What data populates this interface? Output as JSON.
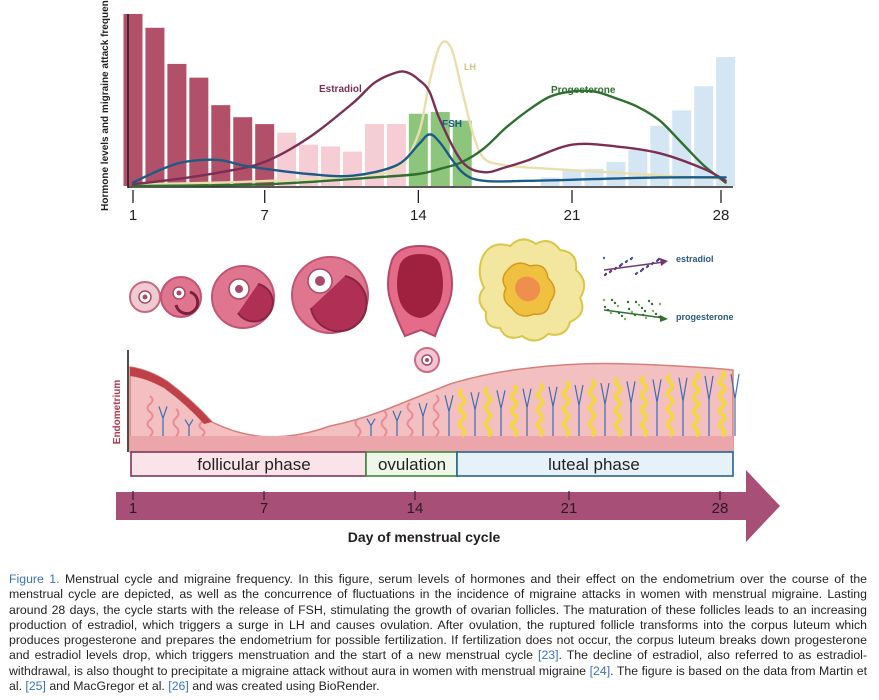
{
  "colors": {
    "estradiol": "#7b2f55",
    "lh": "#e9dfae",
    "fsh": "#1d5b87",
    "progesterone": "#2f6f30",
    "bar_menstrual": "#b2506a",
    "bar_follicular": "#f6cdd4",
    "bar_ovulation": "#8dc57d",
    "bar_luteal": "#d4e6f4",
    "arrow": "#a84f77",
    "caption_accent": "#3a73b5"
  },
  "chart_data": {
    "type": "line",
    "ylabel": "Hormone levels and migraine attack frequency",
    "x_ticks": [
      "1",
      "7",
      "14",
      "21",
      "28"
    ],
    "x_tick_values": [
      1,
      7,
      14,
      21,
      28
    ],
    "xlim": [
      1,
      28
    ],
    "ylim": [
      0,
      100
    ],
    "bars": {
      "name": "migraine attack frequency",
      "days": [
        1,
        2,
        3,
        4,
        5,
        6,
        7,
        8,
        9,
        10,
        11,
        12,
        13,
        14,
        15,
        16,
        17,
        18,
        19,
        20,
        21,
        22,
        23,
        24,
        25,
        26,
        27,
        28
      ],
      "values": [
        100,
        92,
        71,
        63,
        47,
        40,
        36,
        31,
        24,
        23,
        20,
        36,
        36,
        42,
        43,
        38,
        0,
        0,
        0,
        5,
        9,
        10,
        14,
        21,
        35,
        44,
        58,
        75
      ],
      "phase": [
        "menstrual",
        "menstrual",
        "menstrual",
        "menstrual",
        "menstrual",
        "menstrual",
        "menstrual",
        "follicular",
        "follicular",
        "follicular",
        "follicular",
        "follicular",
        "follicular",
        "ovulation",
        "ovulation",
        "ovulation",
        "luteal",
        "luteal",
        "luteal",
        "luteal",
        "luteal",
        "luteal",
        "luteal",
        "luteal",
        "luteal",
        "luteal",
        "luteal",
        "luteal"
      ]
    },
    "series": [
      {
        "name": "Estradiol",
        "x": [
          1,
          3,
          5,
          7,
          9,
          11,
          12,
          13,
          13.5,
          14,
          14.5,
          15,
          16,
          17,
          18,
          19,
          21,
          23,
          25,
          27,
          28
        ],
        "y": [
          1,
          4,
          8,
          14,
          28,
          48,
          60,
          66,
          66,
          62,
          55,
          38,
          14,
          8,
          11,
          15,
          24,
          23,
          19,
          10,
          3
        ]
      },
      {
        "name": "LH",
        "x": [
          1,
          5,
          9,
          11,
          13,
          14,
          14.5,
          15,
          15.5,
          16,
          16.5,
          17,
          18,
          20,
          24,
          28
        ],
        "y": [
          1,
          2,
          4,
          6,
          10,
          30,
          60,
          82,
          80,
          55,
          30,
          16,
          12,
          10,
          7,
          4
        ]
      },
      {
        "name": "FSH",
        "x": [
          1,
          2,
          3,
          4,
          5,
          6,
          7,
          9,
          11,
          13,
          14,
          14.5,
          15,
          16,
          17,
          19,
          22,
          25,
          28
        ],
        "y": [
          2,
          8,
          13,
          15,
          15,
          12,
          10,
          7,
          6,
          12,
          24,
          30,
          25,
          8,
          3,
          3,
          4,
          5,
          5
        ]
      },
      {
        "name": "Progesterone",
        "x": [
          1,
          7,
          12,
          14,
          15,
          16,
          17,
          18,
          19,
          20,
          21,
          22,
          23,
          24,
          25,
          26,
          27,
          28
        ],
        "y": [
          0,
          1,
          5,
          7,
          10,
          14,
          22,
          34,
          44,
          52,
          55,
          55,
          51,
          46,
          38,
          25,
          12,
          2
        ]
      }
    ]
  },
  "stages": {
    "estradiol_label": "estradiol",
    "progesterone_label": "progesterone"
  },
  "uterus_label": "Endometrium",
  "phases": [
    {
      "label": "follicular phase"
    },
    {
      "label": "ovulation"
    },
    {
      "label": "luteal phase"
    }
  ],
  "day_axis": {
    "ticks": [
      "1",
      "7",
      "14",
      "21",
      "28"
    ],
    "title": "Day of menstrual cycle"
  },
  "caption": {
    "label": "Figure 1.",
    "part1": " Menstrual cycle and migraine frequency. In this figure, serum levels of hormones and their effect on the endometrium over the course of the menstrual cycle are depicted, as well as the concurrence of fluctuations in the incidence of migraine attacks in women with menstrual migraine. Lasting around 28 days, the cycle starts with the release of FSH, stimulating the growth of ovarian follicles. The maturation of these follicles leads to an increasing production of estradiol, which triggers a surge in LH and causes ovulation. After ovulation, the ruptured follicle transforms into the corpus luteum which produces progesterone and prepares the endometrium for possible fertilization. If fertilization does not occur, the corpus luteum breaks down progesterone and estradiol levels drop, which triggers menstruation and the start of a new menstrual cycle ",
    "ref1": "[23]",
    "part2": ". The decline of estradiol, also referred to as estradiol-withdrawal, is also thought to precipitate a migraine attack without aura in women with menstrual migraine ",
    "ref2": "[24]",
    "part3": ". The figure is based on the data from Martin et al. ",
    "ref3": "[25]",
    "part4": " and MacGregor et al. ",
    "ref4": "[26]",
    "part5": " and was created using BioRender."
  }
}
